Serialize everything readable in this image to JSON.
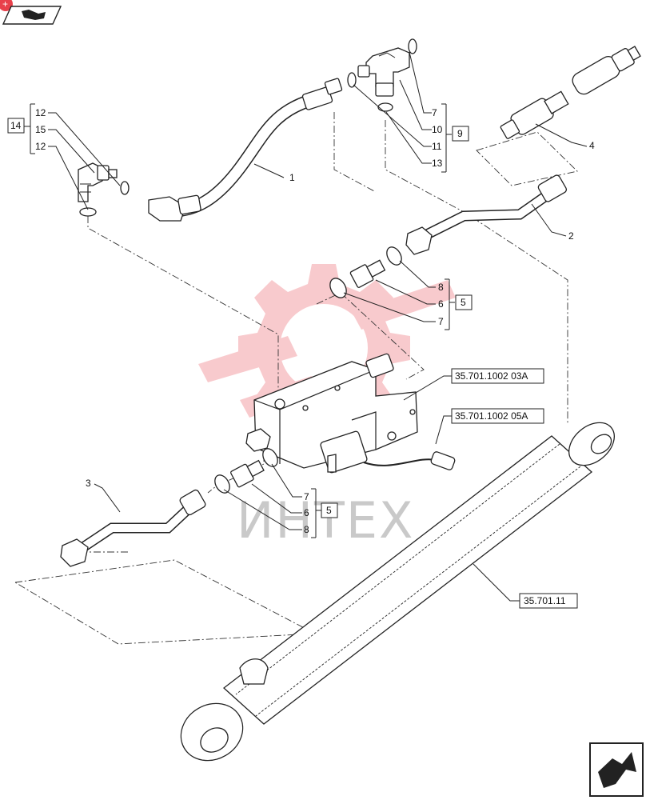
{
  "header": {
    "badge": "+",
    "icon": "book-flip-icon"
  },
  "footer": {
    "icon": "next-page-arrow-icon"
  },
  "watermark": {
    "text": "ИНТЕХ",
    "color": "#e8404b"
  },
  "callouts": {
    "n1": "1",
    "n2": "2",
    "n3": "3",
    "n4": "4",
    "g14": {
      "box": "14",
      "a": "12",
      "b": "15",
      "c": "12"
    },
    "g9": {
      "box": "9",
      "a": "7",
      "b": "10",
      "c": "11",
      "d": "13"
    },
    "g5_top": {
      "box": "5",
      "a": "8",
      "b": "6",
      "c": "7"
    },
    "g5_bottom": {
      "box": "5",
      "a": "7",
      "b": "6",
      "c": "8"
    }
  },
  "references": {
    "valve_a": "35.701.1002 03A",
    "valve_b": "35.701.1002 05A",
    "cylinder": "35.701.11"
  }
}
